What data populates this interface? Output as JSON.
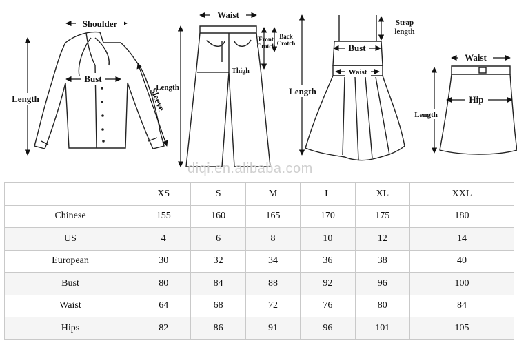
{
  "diagram": {
    "blouse": {
      "shoulder": "Shoulder",
      "bust": "Bust",
      "length": "Length",
      "sleeve": "Sleeve"
    },
    "pants": {
      "waist": "Waist",
      "front_crotch_1": "Front",
      "front_crotch_2": "Crotch",
      "back_crotch_1": "Back",
      "back_crotch_2": "Crotch",
      "thigh": "Thigh",
      "length": "Length"
    },
    "dress": {
      "strap_1": "Strap",
      "strap_2": "length",
      "bust": "Bust",
      "waist": "Waist",
      "length": "Length"
    },
    "skirt": {
      "waist": "Waist",
      "hip": "Hip",
      "length": "Length"
    }
  },
  "watermark": "diqi.en.alibaba.com",
  "table": {
    "headers": [
      "",
      "XS",
      "S",
      "M",
      "L",
      "XL",
      "XXL"
    ],
    "rows": [
      [
        "Chinese",
        "155",
        "160",
        "165",
        "170",
        "175",
        "180"
      ],
      [
        "US",
        "4",
        "6",
        "8",
        "10",
        "12",
        "14"
      ],
      [
        "European",
        "30",
        "32",
        "34",
        "36",
        "38",
        "40"
      ],
      [
        "Bust",
        "80",
        "84",
        "88",
        "92",
        "96",
        "100"
      ],
      [
        "Waist",
        "64",
        "68",
        "72",
        "76",
        "80",
        "84"
      ],
      [
        "Hips",
        "82",
        "86",
        "91",
        "96",
        "101",
        "105"
      ]
    ]
  }
}
